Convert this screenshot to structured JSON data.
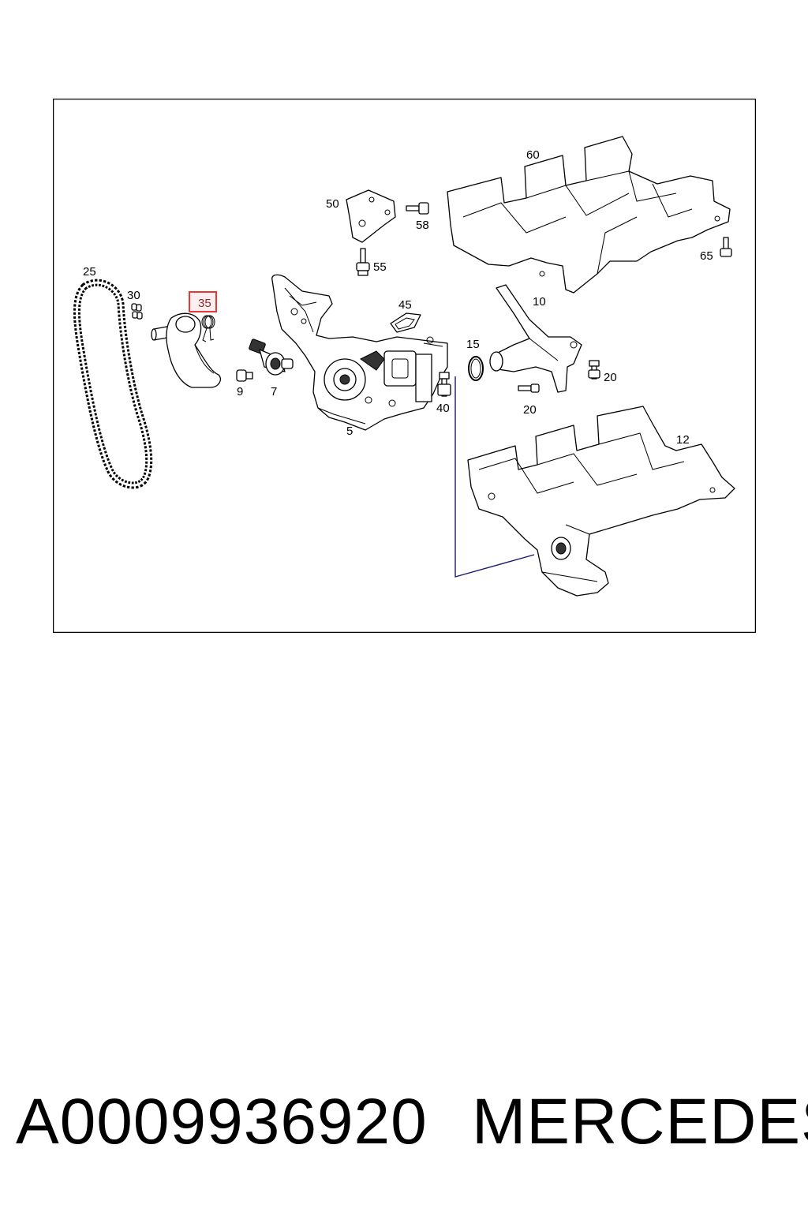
{
  "diagram": {
    "callouts": [
      "60",
      "50",
      "58",
      "55",
      "65",
      "25",
      "30",
      "35",
      "45",
      "10",
      "15",
      "20",
      "20",
      "9",
      "7",
      "5",
      "40",
      "12"
    ],
    "highlighted_callout": "35",
    "highlight_color": "#e53935",
    "line_color": "#000000",
    "leader_color": "#1a1a6e"
  },
  "caption": {
    "part_number": "A0009936920",
    "brand": "MERCEDES"
  }
}
